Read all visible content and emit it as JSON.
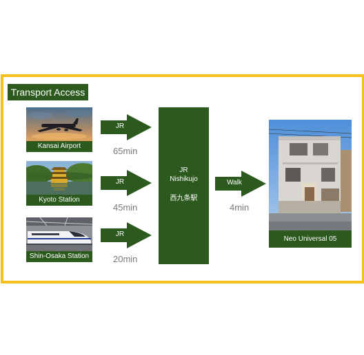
{
  "title": "Transport Access",
  "origins": [
    {
      "label": "Kansai Airport",
      "icon": "airplane-photo",
      "line": "JR",
      "duration": "65min"
    },
    {
      "label": "Kyoto Station",
      "icon": "golden-pavilion-photo",
      "line": "JR",
      "duration": "45min"
    },
    {
      "label": "Shin-Osaka Station",
      "icon": "bullet-train-photo",
      "line": "JR",
      "duration": "20min"
    }
  ],
  "station": {
    "line": "JR",
    "name": "Nishikujo",
    "name_jp": "西九条駅"
  },
  "walk": {
    "label": "Walk",
    "duration": "4min"
  },
  "destination": {
    "label": "Neo Universal 05",
    "icon": "building-photo"
  },
  "colors": {
    "box": "#2c5a1e",
    "frame": "#f2c21b",
    "duration_text": "#7a7a7a"
  }
}
